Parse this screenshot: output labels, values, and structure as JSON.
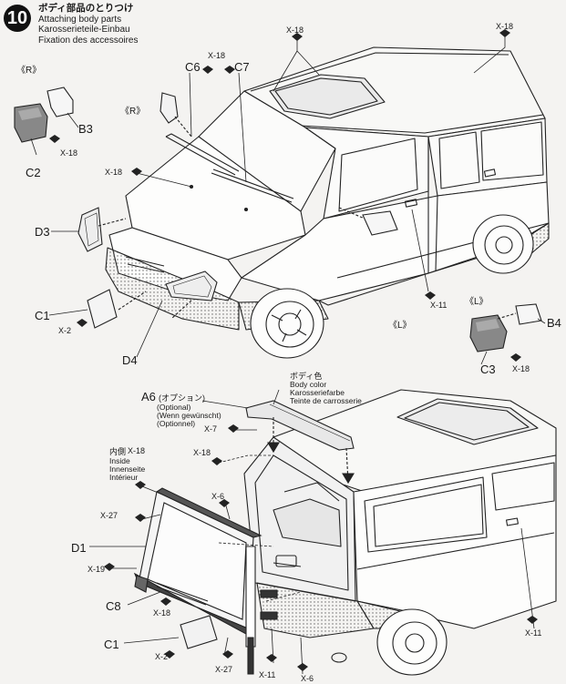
{
  "step": {
    "number": "10",
    "title_jp": "ボディ部品のとりつけ",
    "title_en": "Attaching body parts",
    "title_de": "Karosserieteile-Einbau",
    "title_fr": "Fixation des accessoires"
  },
  "top": {
    "side_r1": "《R》",
    "side_r2": "《R》",
    "side_l1": "《L》",
    "side_l2": "《L》",
    "part_c6": "C6",
    "part_c7": "C7",
    "screw_c6c7": "X-18",
    "screw_roof": "X-18",
    "screw_roof_right": "X-18",
    "part_b3": "B3",
    "screw_b3": "X-18",
    "part_c2": "C2",
    "screw_hood": "X-18",
    "part_d3": "D3",
    "part_c1": "C1",
    "screw_c1": "X-2",
    "part_d4": "D4",
    "screw_mirror_l": "X-11",
    "part_b4": "B4",
    "part_c3": "C3",
    "screw_c3": "X-18"
  },
  "bottom": {
    "part_a6": "A6",
    "a6_jp": "(オプション)",
    "a6_en": "(Optional)",
    "a6_de": "(Wenn gewünscht)",
    "a6_fr": "(Optionnel)",
    "color_jp": "ボディ色",
    "color_en": "Body color",
    "color_de": "Karosseriefarbe",
    "color_fr": "Teinte de carrosserie",
    "screw_a6": "X-7",
    "inside_jp": "内側",
    "inside_screw": "X-18",
    "inside_en": "Inside",
    "inside_de": "Innenseite",
    "inside_fr": "Intérieur",
    "screw_top": "X-18",
    "screw_x6_left": "X-6",
    "screw_x27_top": "X-27",
    "part_d1": "D1",
    "screw_x19": "X-19",
    "part_c8": "C8",
    "screw_c8": "X-18",
    "part_c1": "C1",
    "screw_c1": "X-2",
    "screw_x27_bottom": "X-27",
    "screw_x11_bottom": "X-11",
    "screw_x6_bottom": "X-6",
    "screw_x11_right": "X-11"
  }
}
